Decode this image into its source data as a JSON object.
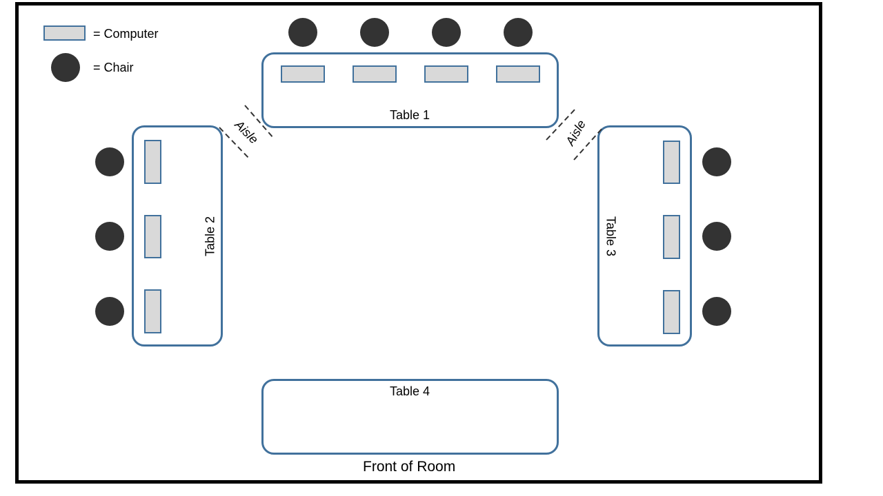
{
  "legend": {
    "computer_label": "= Computer",
    "chair_label": "= Chair"
  },
  "tables": {
    "table1": "Table 1",
    "table2": "Table 2",
    "table3": "Table 3",
    "table4": "Table 4"
  },
  "aisles": {
    "left": "Aisle",
    "right": "Aisle"
  },
  "front_label": "Front of Room",
  "colors": {
    "table_border": "#41719c",
    "computer_fill": "#d9d9d9",
    "chair_fill": "#333333",
    "room_border": "#000000"
  }
}
